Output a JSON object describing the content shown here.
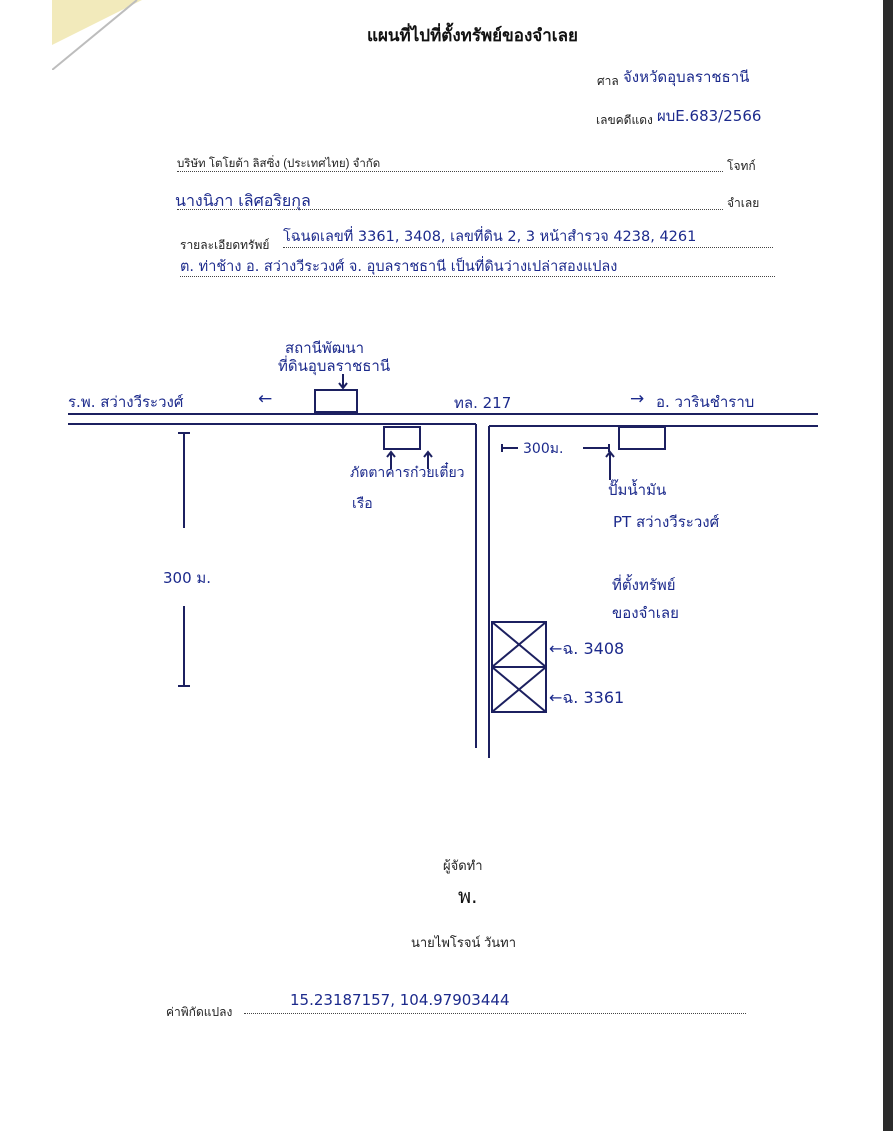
{
  "document": {
    "title": "แผนที่ไปที่ตั้งทรัพย์ของจำเลย",
    "court_label": "ศาล",
    "court_name": "จังหวัดอุบลราชธานี",
    "case_no_label": "เลขคดีแดง",
    "case_no_value": "ผบE.683/2566",
    "plaintiff_name": "บริษัท โตโยต้า ลิสซิ่ง (ประเทศไทย) จำกัด",
    "plaintiff_role": "โจทก์",
    "defendant_name": "นางนิภา  เลิศอริยกุล",
    "defendant_role": "จำเลย",
    "property_label": "รายละเอียดทรัพย์",
    "property_line1": "โฉนดเลขที่ 3361, 3408, เลขที่ดิน 2, 3 หน้าสำรวจ 4238, 4261",
    "property_line2": "ต. ท่าช้าง อ. สว่างวีระวงศ์ จ. อุบลราชธานี เป็นที่ดินว่างเปล่าสองแปลง"
  },
  "map": {
    "station_label_1": "สถานีพัฒนา",
    "station_label_2": "ที่ดินอุบลราชธานี",
    "hospital_label": "ร.พ. สว่างวีระวงศ์",
    "left_arrow": "←",
    "highway_label": "ทล. 217",
    "right_arrow": "→",
    "warin_label": "อ. วารินชำราบ",
    "restaurant_label_1": "ภัตตาคารก๋วยเตี๋ยว",
    "restaurant_label_2": "เรือ",
    "distance_top": "300ม.",
    "distance_side": "300 ม.",
    "gas_label_1": "ปั๊มน้ำมัน",
    "gas_label_2": "PT สว่างวีระวงศ์",
    "site_label_1": "ที่ตั้งทรัพย์",
    "site_label_2": "ของจำเลย",
    "plot1_label": "←ฉ. 3408",
    "plot2_label": "←ฉ. 3361"
  },
  "signature": {
    "made_by_label": "ผู้จัดทำ",
    "signature_mark": "พ.",
    "name": "นายไพโรจน์ วันทา"
  },
  "coordinates": {
    "label": "ค่าพิกัดแปลง",
    "value": "15.23187157, 104.97903444"
  }
}
